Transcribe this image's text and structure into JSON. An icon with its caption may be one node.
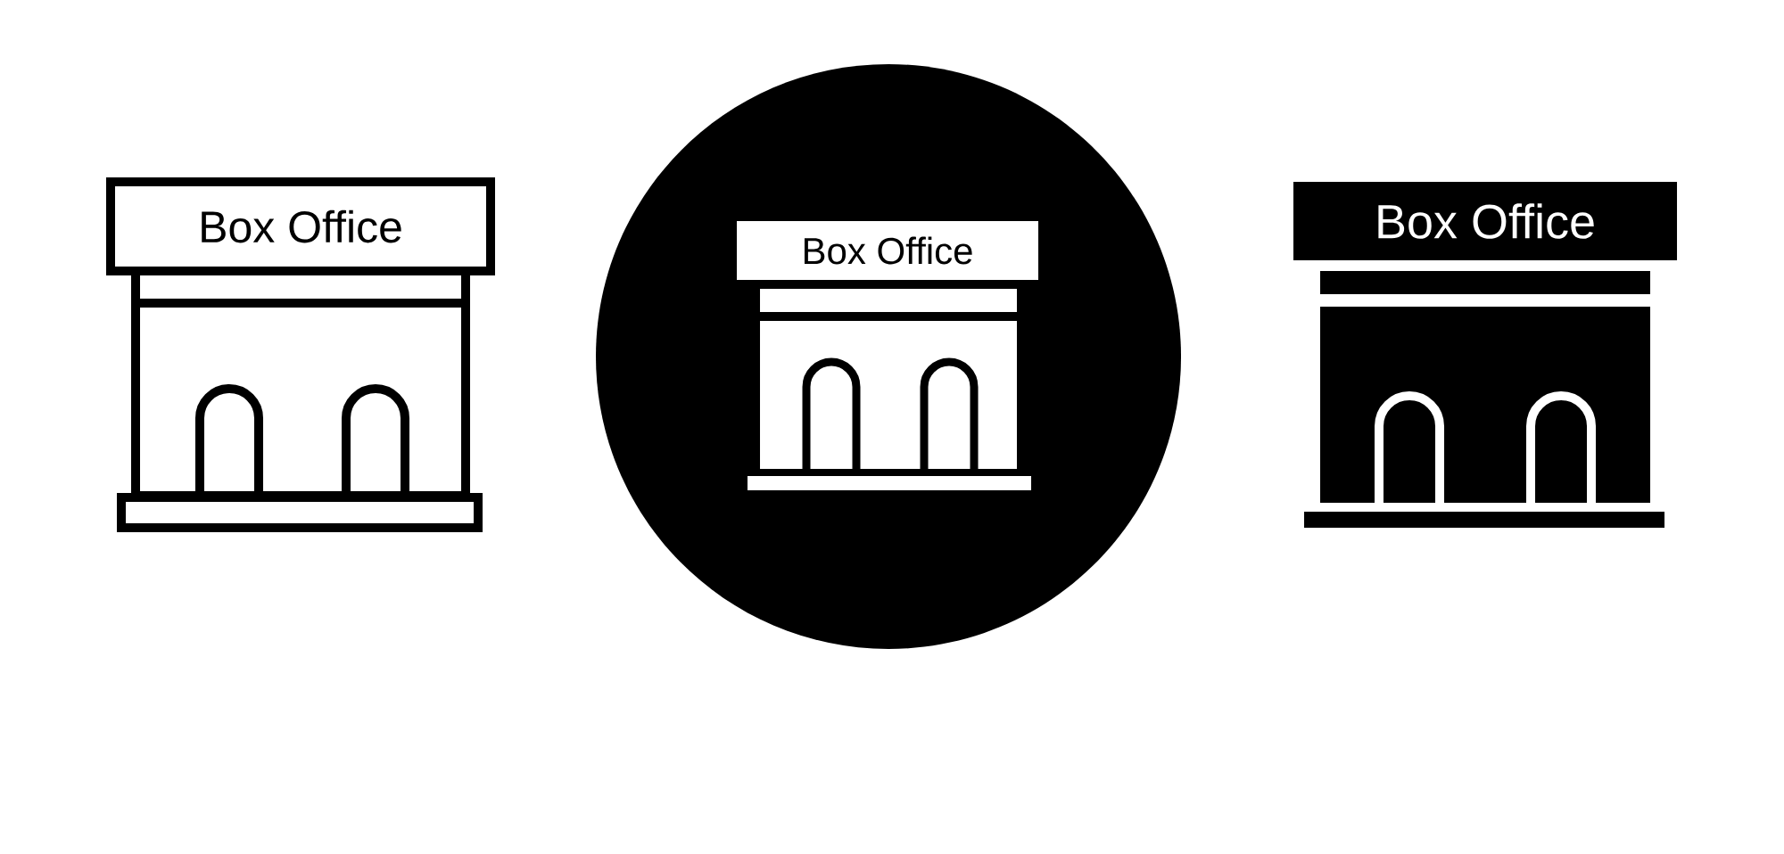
{
  "diagram": {
    "nodes": [
      {
        "text": [
          "Box Office"
        ]
      },
      {
        "text": [
          "Box Office"
        ]
      },
      {
        "text": [
          "Box Office"
        ]
      }
    ]
  }
}
